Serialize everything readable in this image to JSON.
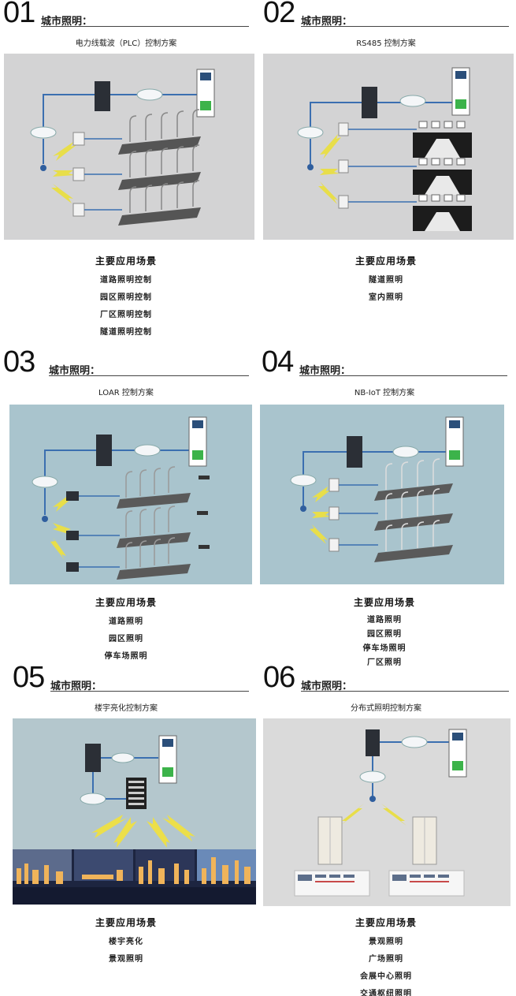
{
  "sections": [
    {
      "num": "01",
      "label": "城市照明：",
      "subtitle": "电力线载波（PLC）控制方案",
      "scenes_title": "主要应用场景",
      "scenes": [
        "道路照明控制",
        "园区照明控制",
        "厂区照明控制",
        "隧道照明控制"
      ]
    },
    {
      "num": "02",
      "label": "城市照明：",
      "subtitle": "RS485 控制方案",
      "scenes_title": "主要应用场景",
      "scenes": [
        "隧道照明",
        "室内照明"
      ]
    },
    {
      "num": "03",
      "label": "城市照明：",
      "subtitle": "LOAR 控制方案",
      "scenes_title": "主要应用场景",
      "scenes": [
        "道路照明",
        "园区照明",
        "停车场照明"
      ]
    },
    {
      "num": "04",
      "label": "城市照明：",
      "subtitle": "NB-IoT 控制方案",
      "scenes_title": "主要应用场景",
      "scenes": [
        "道路照明",
        "园区照明",
        "停车场照明",
        "厂区照明"
      ]
    },
    {
      "num": "05",
      "label": "城市照明：",
      "subtitle": "楼宇亮化控制方案",
      "scenes_title": "主要应用场景",
      "scenes": [
        "楼宇亮化",
        "景观照明"
      ]
    },
    {
      "num": "06",
      "label": "城市照明：",
      "subtitle": "分布式照明控制方案",
      "scenes_title": "主要应用场景",
      "scenes": [
        "景观照明",
        "广场照明",
        "会展中心照明",
        "交通枢纽照明"
      ]
    }
  ],
  "theme": {
    "panel_gray": "#d3d3d4",
    "panel_blue": "#a9c4cd",
    "line_blue": "#3b6fb0",
    "bolt_yellow": "#e8de4a"
  }
}
